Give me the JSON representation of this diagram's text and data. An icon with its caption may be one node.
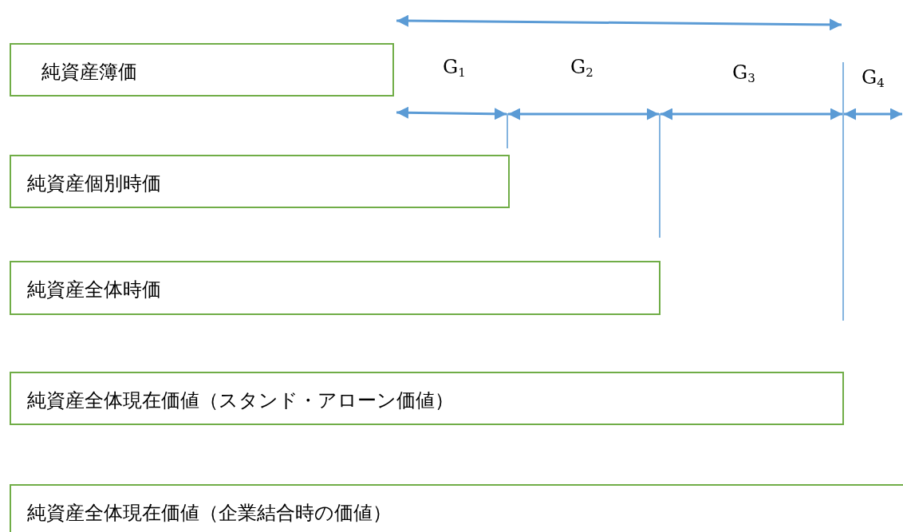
{
  "diagram": {
    "nodes": [
      {
        "text": [
          "純資産簿価"
        ]
      },
      {
        "text": [
          "純資産個別時価"
        ]
      },
      {
        "text": [
          "純資産全体時価"
        ]
      },
      {
        "text": [
          "純資産全体現在価値（スタンド・アローン価値）"
        ]
      },
      {
        "text": [
          "純資産全体現在価値（企業結合時の価値）"
        ]
      }
    ],
    "labels": [
      "G$_{1}$",
      "G$_{2}$",
      "G$_{3}$",
      "G$_{4}$"
    ]
  }
}
